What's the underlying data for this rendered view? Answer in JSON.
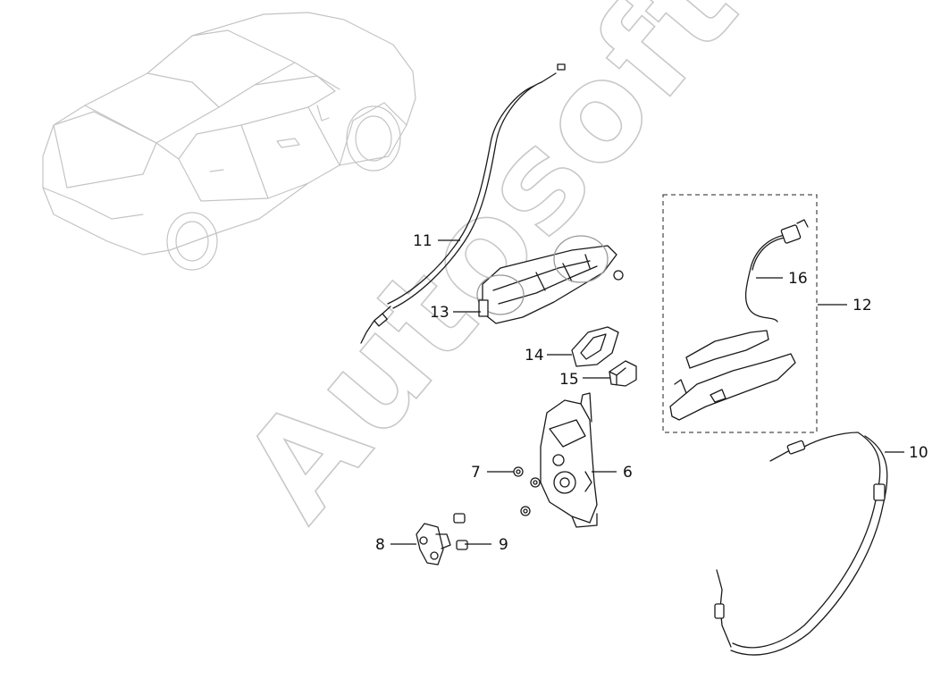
{
  "watermark": {
    "text": "Autosoft"
  },
  "callouts": [
    {
      "id": "6",
      "label": "6"
    },
    {
      "id": "7",
      "label": "7"
    },
    {
      "id": "8",
      "label": "8"
    },
    {
      "id": "9",
      "label": "9"
    },
    {
      "id": "10",
      "label": "10"
    },
    {
      "id": "11",
      "label": "11"
    },
    {
      "id": "12",
      "label": "12"
    },
    {
      "id": "13",
      "label": "13"
    },
    {
      "id": "14",
      "label": "14"
    },
    {
      "id": "15",
      "label": "15"
    },
    {
      "id": "16",
      "label": "16"
    }
  ]
}
